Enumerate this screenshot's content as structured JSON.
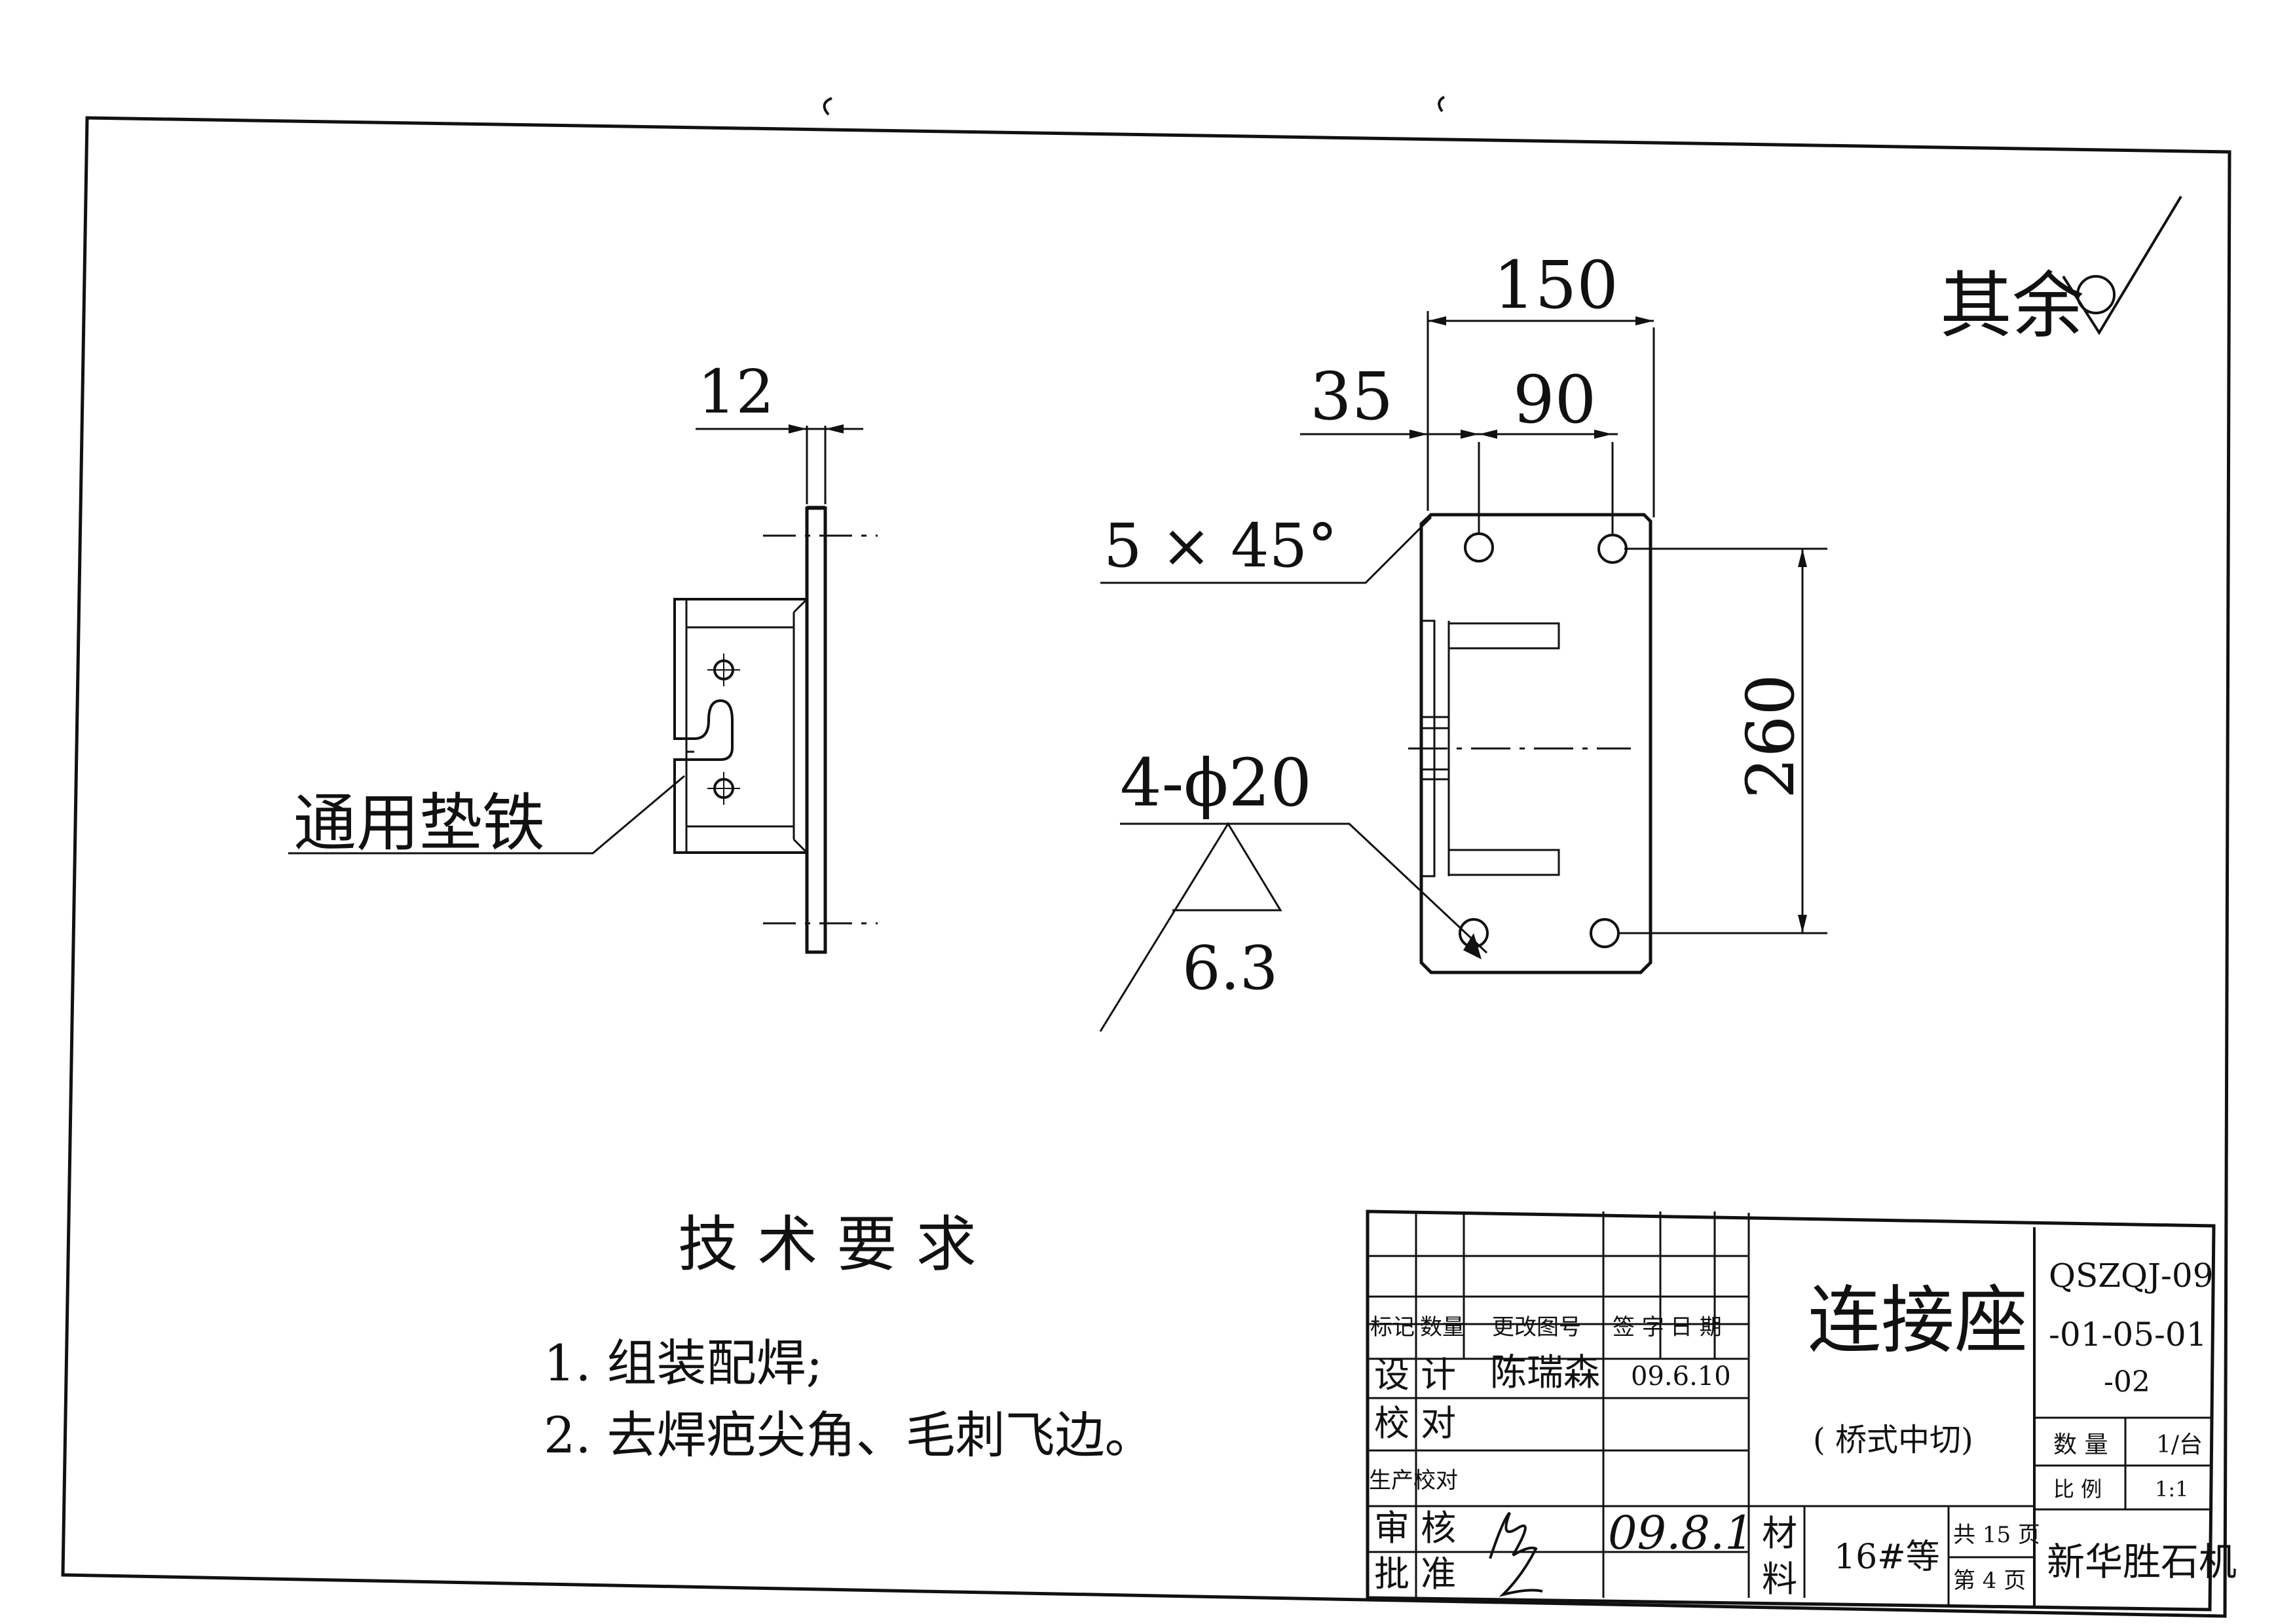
{
  "title_block": {
    "part_name": "连接座",
    "part_subtitle": "( 桥式中切)",
    "drawing_no": [
      "QSZQJ-09",
      "-01-05-01",
      "-02"
    ],
    "headers": {
      "mark": "标记",
      "qty": "数量",
      "change_no": "更改图号",
      "sign": "签 字",
      "date": "日 期"
    },
    "rows": {
      "design": "设 计",
      "designer": "陈瑞森",
      "design_date": "09.6.10",
      "check": "校 对",
      "prod_check": "生产校对",
      "review": "审 核",
      "review_date": "09.8.1",
      "approve": "批 准"
    },
    "material_label": [
      "材",
      "料"
    ],
    "material": "16#等",
    "sheets_total": "共 15 页",
    "sheet_no": "第 4 页",
    "quantity_label": "数 量",
    "quantity_value": "1/台",
    "scale_label": "比 例",
    "scale_value": "1:1",
    "company": "新华胜石机"
  },
  "tech_req": {
    "title": "技 术 要 求",
    "items": [
      "1. 组装配焊;",
      "2. 去焊疤尖角、毛刺飞边。"
    ]
  },
  "annotations": {
    "surface_finish": "其余",
    "side_label": "通用垫铁",
    "dim_12": "12",
    "dim_150": "150",
    "dim_35": "35",
    "dim_90": "90",
    "dim_260": "260",
    "chamfer": "5 × 45°",
    "holes": "4-ϕ20",
    "roughness": "6.3"
  },
  "colors": {
    "ink": "#111111",
    "paper": "#ffffff"
  }
}
